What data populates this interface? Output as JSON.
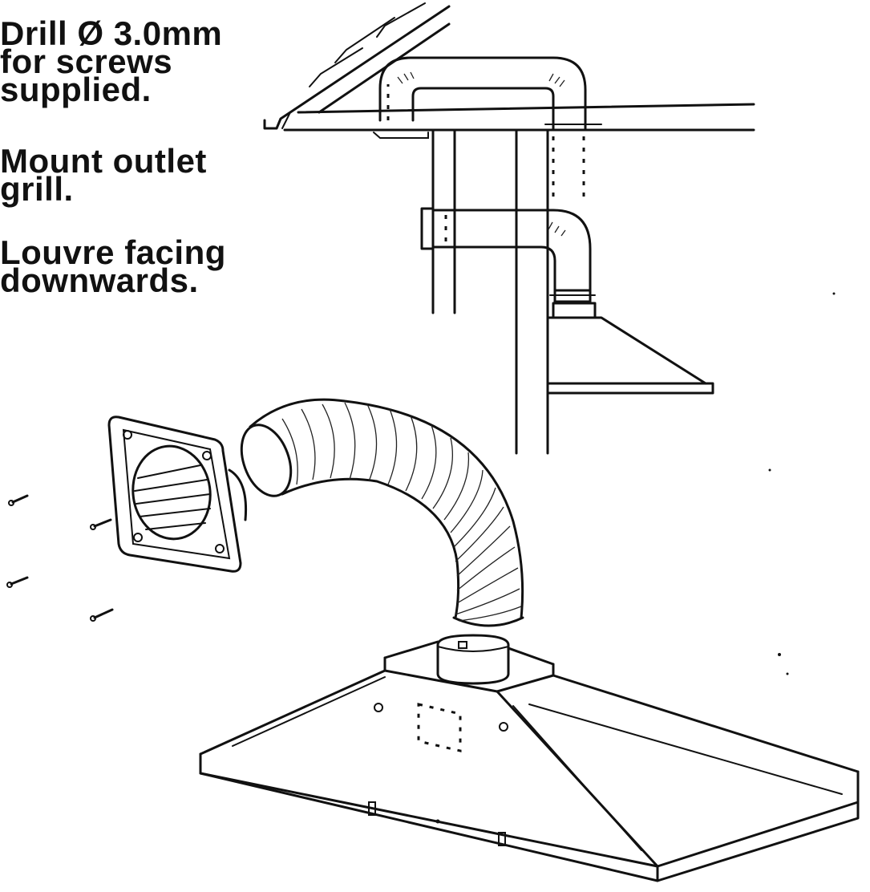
{
  "instructions": [
    {
      "lines": [
        "Drill Ø 3.0mm",
        "for screws",
        "supplied."
      ]
    },
    {
      "lines": [
        "Mount outlet",
        "grill."
      ]
    },
    {
      "lines": [
        "Louvre facing",
        "downwards."
      ]
    }
  ],
  "icons": [
    "roof-eave-icon",
    "duct-pipe-icon",
    "cooker-hood-icon",
    "outlet-grill-icon",
    "flexible-hose-icon",
    "screw-icon"
  ],
  "colors": {
    "ink": "#111111",
    "paper": "#ffffff"
  }
}
